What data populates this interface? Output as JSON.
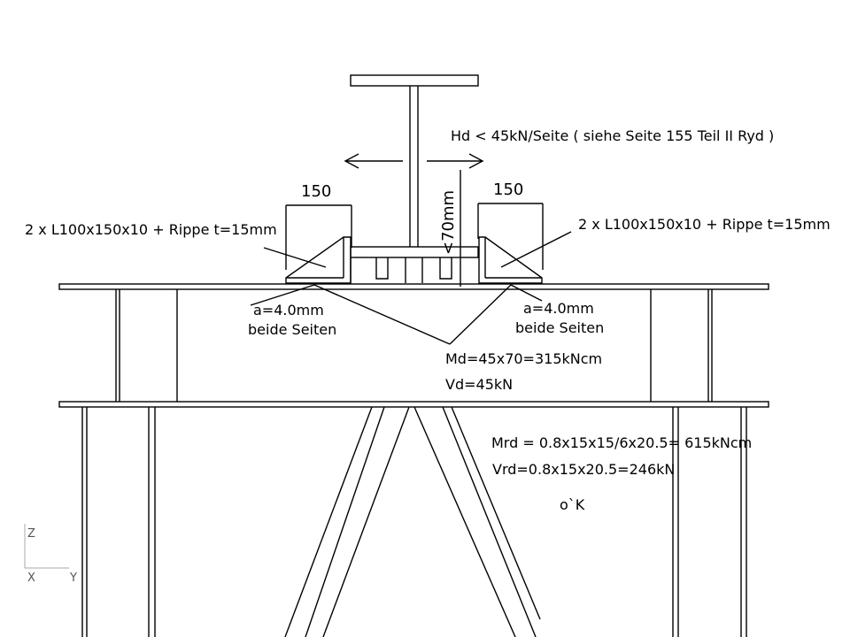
{
  "labels": {
    "load": "Hd < 45kN/Seite ( siehe Seite 155 Teil II Ryd )",
    "dim_left": "150",
    "dim_right": "150",
    "dim_vertical": "<70mm",
    "angle_left": "2 x L100x150x10 + Rippe t=15mm",
    "angle_right": "2 x L100x150x10 + Rippe t=15mm",
    "weld_left_1": "a=4.0mm",
    "weld_left_2": "beide Seiten",
    "weld_right_1": "a=4.0mm",
    "weld_right_2": "beide Seiten",
    "md": "Md=45x70=315kNcm",
    "vd": "Vd=45kN",
    "mrd": "Mrd = 0.8x15x15/6x20.5= 615kNcm",
    "vrd": "Vrd=0.8x15x20.5=246kN",
    "ok": "o`K"
  },
  "axes": {
    "z": "Z",
    "x": "X",
    "y": "Y"
  }
}
